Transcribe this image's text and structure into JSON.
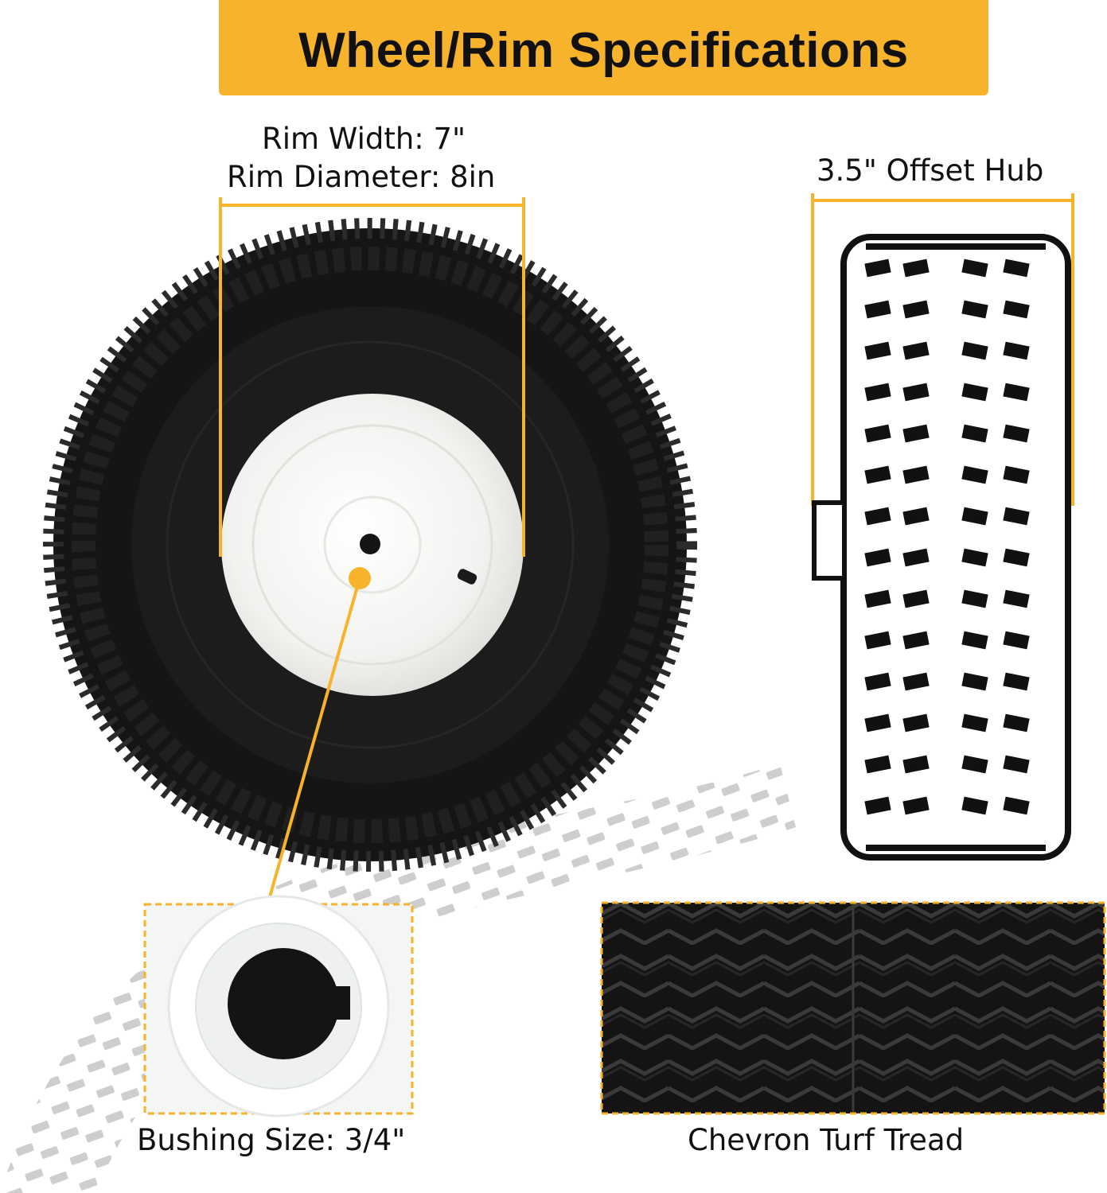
{
  "header": {
    "title": "Wheel/Rim Specifications"
  },
  "specs": {
    "rim_width": "Rim Width: 7\"",
    "rim_diameter": "Rim Diameter: 8in",
    "offset_hub": "3.5\" Offset Hub",
    "bushing_size": "Bushing Size: 3/4\"",
    "tread": "Chevron Turf Tread"
  },
  "colors": {
    "accent": "#f7b32b",
    "tire": "#161616",
    "rim": "#f4f4f2",
    "track": "#c8c8c8"
  },
  "icons": [
    "tire-photo",
    "tread-diagram",
    "bushing-closeup",
    "tread-closeup"
  ]
}
